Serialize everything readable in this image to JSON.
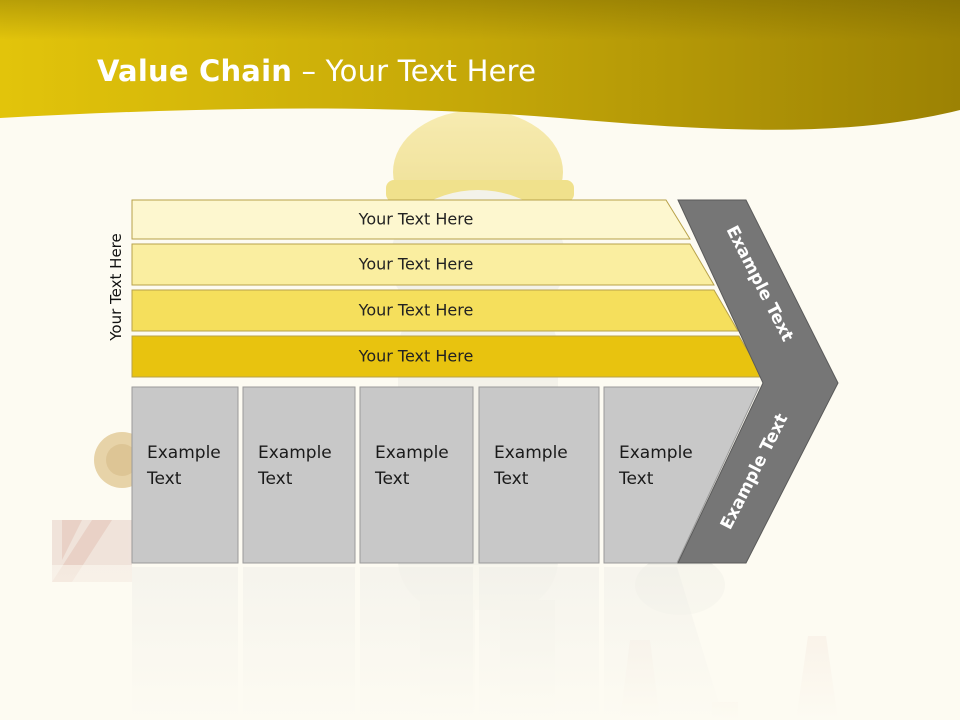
{
  "slide": {
    "title_bold": "Value Chain",
    "title_rest": " – Your Text Here",
    "side_label": "Your Text Here"
  },
  "bands": [
    {
      "label": "Your Text Here",
      "color": "#fdf7cf"
    },
    {
      "label": "Your Text Here",
      "color": "#faeea0"
    },
    {
      "label": "Your Text Here",
      "color": "#f5df5c"
    },
    {
      "label": "Your Text Here",
      "color": "#e8c30f"
    }
  ],
  "boxes": [
    {
      "line1": "Example",
      "line2": "Text"
    },
    {
      "line1": "Example",
      "line2": "Text"
    },
    {
      "line1": "Example",
      "line2": "Text"
    },
    {
      "line1": "Example",
      "line2": "Text"
    },
    {
      "line1": "Example",
      "line2": "Text"
    }
  ],
  "chevron": {
    "upper_label": "Example Text",
    "lower_label": "Example Text"
  },
  "colors": {
    "header_gold": "#c9a90a",
    "box_gray": "#c8c8c8",
    "chevron_gray": "#767676",
    "background": "#fdfbf2"
  }
}
